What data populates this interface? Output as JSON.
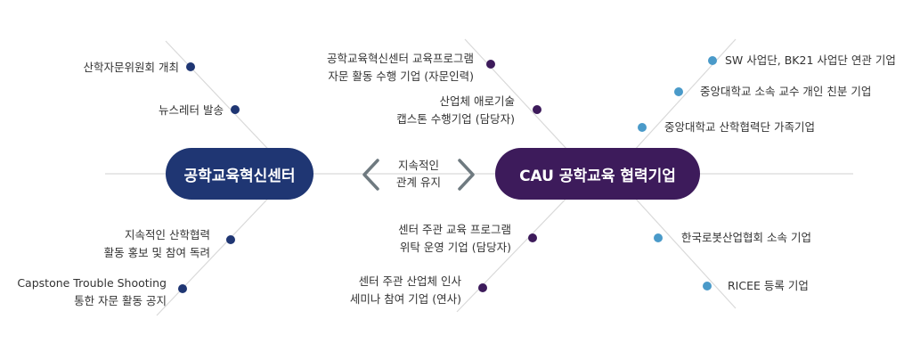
{
  "center_left": {
    "label": "공학교육혁신센터"
  },
  "center_right": {
    "label": "CAU 공학교육 협력기업"
  },
  "relation": {
    "line1": "지속적인",
    "line2": "관계 유지"
  },
  "left_items": [
    {
      "lines": [
        "산학자문위원회 개최"
      ]
    },
    {
      "lines": [
        "뉴스레터 발송"
      ]
    },
    {
      "lines": [
        "지속적인 산학협력",
        "활동 홍보 및 참여 독려"
      ]
    },
    {
      "lines": [
        "Capstone Trouble Shooting",
        "통한 자문 활동 공지"
      ]
    }
  ],
  "middle_items": [
    {
      "lines": [
        "공학교육혁신센터 교육프로그램",
        "자문 활동 수행 기업 (자문인력)"
      ]
    },
    {
      "lines": [
        "산업체 애로기술",
        "캡스톤 수행기업 (담당자)"
      ]
    },
    {
      "lines": [
        "센터 주관 교육 프로그램",
        "위탁 운영 기업 (담당자)"
      ]
    },
    {
      "lines": [
        "센터 주관 산업체 인사",
        "세미나 참여 기업 (연사)"
      ]
    }
  ],
  "right_items": [
    {
      "lines": [
        "SW 사업단, BK21 사업단 연관 기업"
      ]
    },
    {
      "lines": [
        "중앙대학교 소속 교수 개인 친분 기업"
      ]
    },
    {
      "lines": [
        "중앙대학교 산학협력단 가족기업"
      ]
    },
    {
      "lines": [
        "한국로봇산업협회 소속 기업"
      ]
    },
    {
      "lines": [
        "RICEE 등록 기업"
      ]
    }
  ],
  "colors": {
    "navy": "#1f3673",
    "purple": "#3d1b5b",
    "blue": "#4a9ac9",
    "line": "#d9d9d9",
    "chevron": "#6f7a80"
  }
}
